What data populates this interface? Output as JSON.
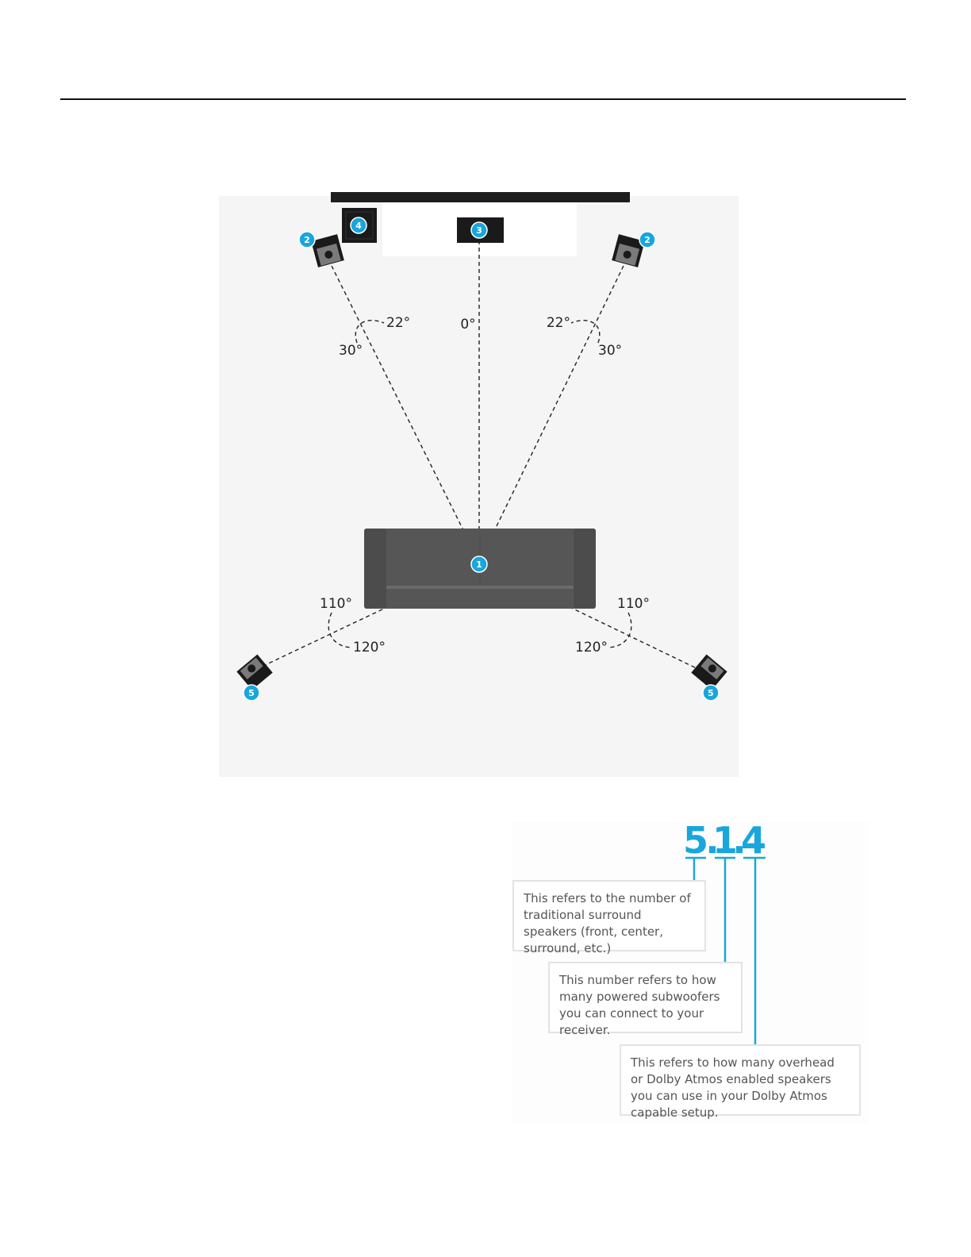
{
  "colors": {
    "accent": "#18a6dc",
    "speaker": "#1a1a1a",
    "sofa": "#555555",
    "room_floor": "#f5f5f5"
  },
  "diagram": {
    "speakers": [
      {
        "label": "1",
        "role": "listening position"
      },
      {
        "label": "2",
        "role": "front left speaker"
      },
      {
        "label": "2",
        "role": "front right speaker"
      },
      {
        "label": "3",
        "role": "center speaker"
      },
      {
        "label": "4",
        "role": "subwoofer"
      },
      {
        "label": "5",
        "role": "surround left speaker"
      },
      {
        "label": "5",
        "role": "surround right speaker"
      }
    ],
    "angles": {
      "center": "0°",
      "front_left_inner": "22°",
      "front_left_outer": "30°",
      "front_right_inner": "22°",
      "front_right_outer": "30°",
      "surround_left_inner": "110°",
      "surround_left_outer": "120°",
      "surround_right_inner": "110°",
      "surround_right_outer": "120°"
    }
  },
  "legend": {
    "digits": [
      "5",
      ".",
      "1",
      ".",
      "4"
    ],
    "notes": [
      "This refers to the number of traditional surround speakers (front, center, surround, etc.)",
      "This number refers to how many powered subwoofers you can connect to your receiver.",
      "This refers to how many overhead or Dolby Atmos enabled speakers you can use in your Dolby Atmos capable setup."
    ]
  }
}
